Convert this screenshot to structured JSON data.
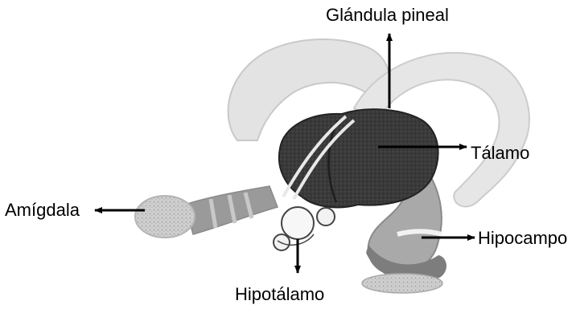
{
  "labels": {
    "pineal": "Glándula pineal",
    "talamo": "Tálamo",
    "amigdala": "Amígdala",
    "hipocampo": "Hipocampo",
    "hipotalamo": "Hipotálamo"
  },
  "colors": {
    "background": "#ffffff",
    "text": "#000000",
    "arrow": "#000000",
    "thalamus": "#3a3a3a",
    "structure_light": "#d9d9d9",
    "hippocampus": "#9a9a9a",
    "amygdala": "#c4c4c4"
  }
}
